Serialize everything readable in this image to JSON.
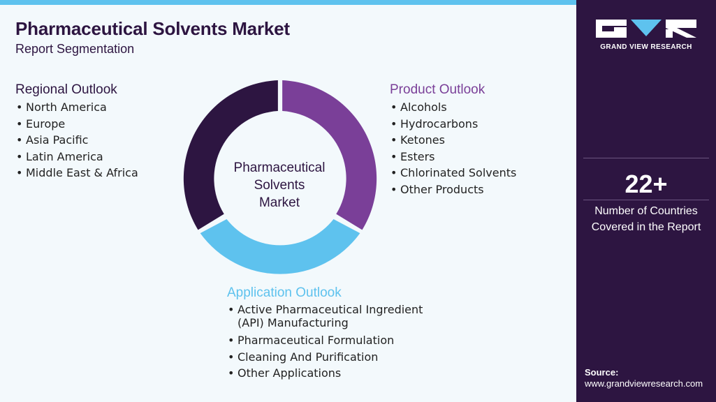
{
  "header": {
    "title": "Pharmaceutical Solvents Market",
    "subtitle": "Report Segmentation"
  },
  "diagram": {
    "center_label_lines": [
      "Pharmaceutical",
      "Solvents",
      "Market"
    ],
    "segments": [
      {
        "name": "Product Outlook",
        "color": "#7a3f98"
      },
      {
        "name": "Application Outlook",
        "color": "#5ec2ee"
      },
      {
        "name": "Regional Outlook",
        "color": "#2d1541"
      }
    ]
  },
  "regional": {
    "heading": "Regional Outlook",
    "items": [
      "North America",
      "Europe",
      "Asia Pacific",
      "Latin America",
      "Middle East & Africa"
    ]
  },
  "product": {
    "heading": "Product Outlook",
    "items": [
      "Alcohols",
      "Hydrocarbons",
      "Ketones",
      "Esters",
      "Chlorinated Solvents",
      "Other Products"
    ]
  },
  "application": {
    "heading": "Application Outlook",
    "items": [
      "Active Pharmaceutical Ingredient (API) Manufacturing",
      "Pharmaceutical Formulation",
      "Cleaning And Purification",
      "Other Applications"
    ]
  },
  "sidebar": {
    "logo_text": "GRAND VIEW RESEARCH",
    "stat_value": "22+",
    "stat_label_lines": [
      "Number of Countries",
      "Covered in the Report"
    ],
    "source_label": "Source:",
    "source_url": "www.grandviewresearch.com"
  },
  "colors": {
    "accent_purple": "#7a3f98",
    "accent_blue": "#5ec2ee",
    "dark_purple": "#2d1541"
  }
}
